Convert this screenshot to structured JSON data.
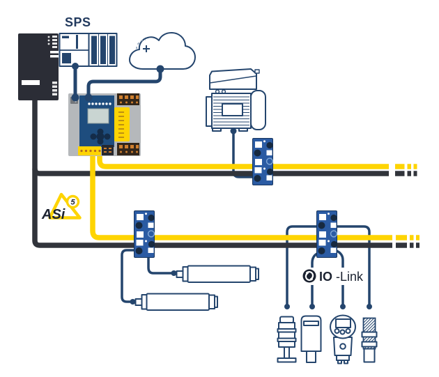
{
  "title": "ASi-5 network topology diagram",
  "labels": {
    "plc": "SPS",
    "asi_logo_text": "ASi",
    "asi_logo_version": "5",
    "iolink_bold": "IO",
    "iolink_regular": "-Link"
  },
  "colors": {
    "background": "#ffffff",
    "asi_yellow": "#fed402",
    "bus_dark": "#31343b",
    "outline_navy": "#24456d",
    "module_blue": "#2b5ba3",
    "gateway_panel_blue": "#1e4d7e",
    "gateway_body_gray": "#b5b8bb",
    "display_screen": "#c9d5d2",
    "terminal_orange": "#cf7f2f",
    "power_supply_dark": "#2b2d36",
    "logo_dark": "#1b2230"
  },
  "components": [
    "power-supply-unit",
    "plc-controller",
    "cloud",
    "asi5-gateway",
    "motor-drive",
    "asi-module-motor",
    "asi-module-cylinders",
    "asi-module-iolink-master",
    "pneumatic-cylinder-1",
    "pneumatic-cylinder-2",
    "signal-tower",
    "rectangular-sensor",
    "pressure-sensor",
    "proximity-sensor"
  ]
}
